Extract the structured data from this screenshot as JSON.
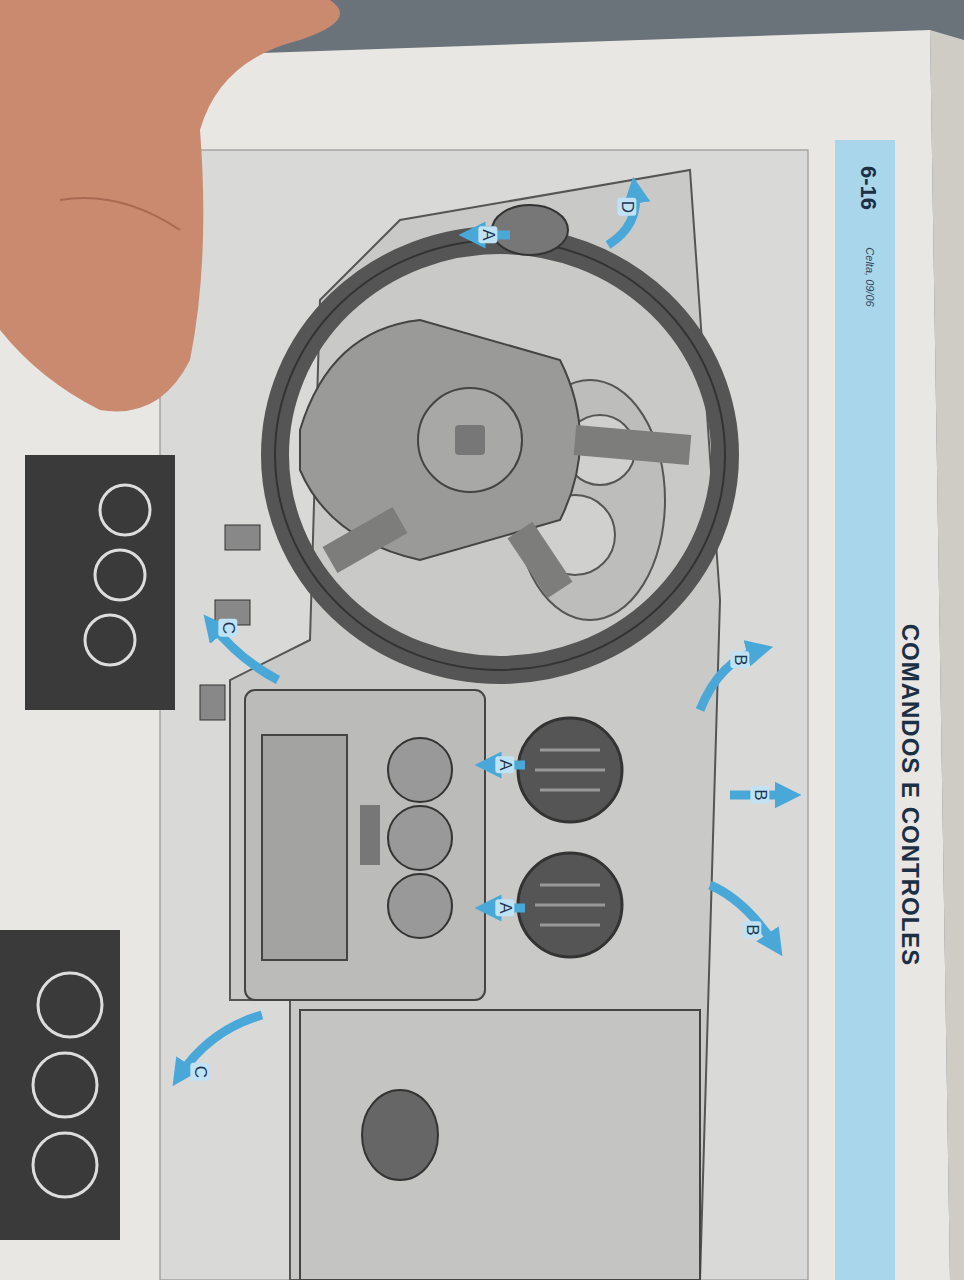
{
  "diagram": {
    "title": "COMANDOS E CONTROLES",
    "labels": [
      "6-16",
      "Celta, 09/06",
      "D",
      "A",
      "A",
      "A",
      "B",
      "B",
      "B",
      "C",
      "C"
    ]
  }
}
